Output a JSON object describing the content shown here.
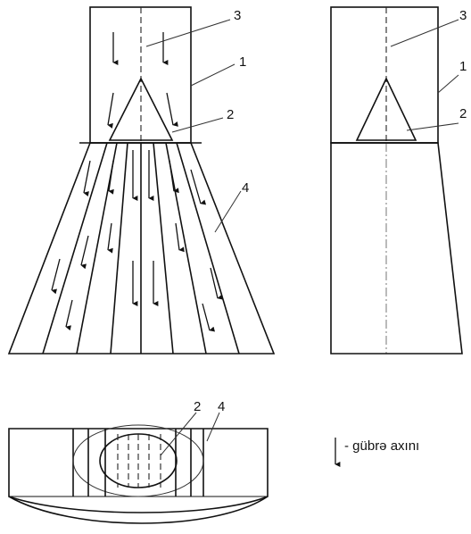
{
  "labels": {
    "front_view": [
      "3",
      "1",
      "2",
      "4"
    ],
    "side_view": [
      "3",
      "1",
      "2"
    ],
    "top_view": [
      "2",
      "4"
    ]
  },
  "legend": {
    "text": "- gübrə axını",
    "icon": "down-arrow-icon"
  }
}
